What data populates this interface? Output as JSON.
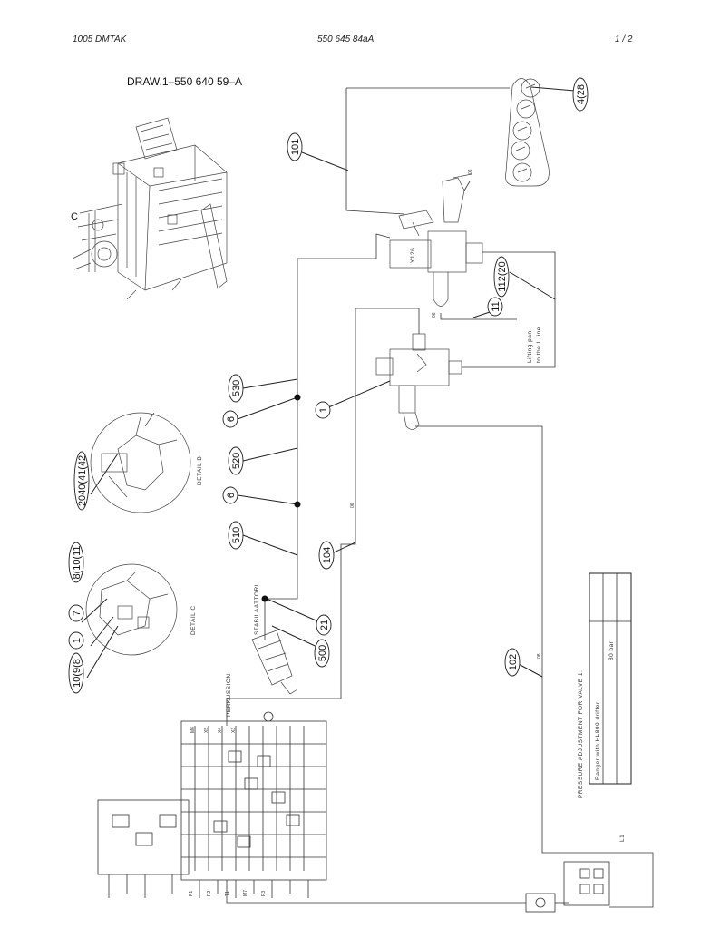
{
  "header": {
    "left": "1005 DMTAK",
    "center": "550 645 84aA",
    "right": "1 /  2"
  },
  "drawing": {
    "reference": "DRAW.1–550 640 59–A",
    "detail_b": "DETAIL B",
    "detail_c": "DETAIL C",
    "view_letter": "C",
    "perkussion": "PERKUSSION",
    "stabilaattori": "STABILAATTORI",
    "valve_code": "Y126",
    "lifting_note_1": "Lifting pan",
    "lifting_note_2": "to the L line",
    "corner_mark": "L1",
    "hose_a": "08",
    "hose_b": "06"
  },
  "balloons": {
    "b101": "101",
    "b428": "4(28",
    "b2012": "112(20",
    "b11": "11",
    "b530": "530",
    "b6a": "6",
    "b1": "1",
    "b520": "520",
    "b6b": "6",
    "b510": "510",
    "b104": "104",
    "b21": "21",
    "b500": "500",
    "b102": "102",
    "b2040": "2040(41(42",
    "b81011": "8(10(11",
    "b7": "7",
    "b1c": "1",
    "b1098": "10(9(8"
  },
  "pressure_table": {
    "title": "PRESSURE ADJUSTMENT FOR VALVE 1:",
    "row_label": "Ranger with HL800 drifter",
    "row_value": "80 bar"
  }
}
